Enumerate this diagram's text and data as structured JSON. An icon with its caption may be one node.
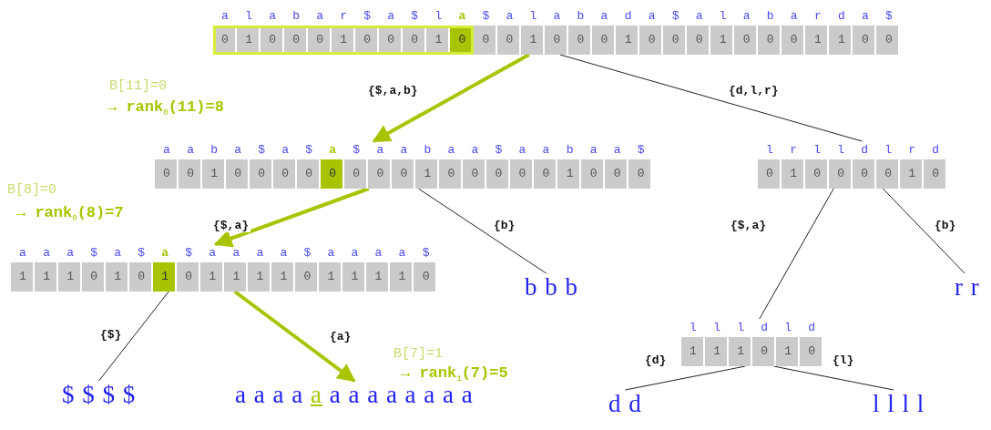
{
  "diagram": {
    "nodes": [
      {
        "text": [
          "a l a b a r $ a $ l a $ a l a b a d a $ a l a b a r d a $",
          "0 1 0 0 0 1 0 0 0 1 0 0 0 1 0 0 0 1 0 0 0 1 0 0 0 1 1 0 0"
        ]
      },
      {
        "text": [
          "a a b a $ a $ a $ a a b a a $ a a b a a $",
          "0 0 1 0 0 0 0 0 0 0 0 1 0 0 0 0 0 1 0 0 0"
        ]
      },
      {
        "text": [
          "l r l l d l r d",
          "0 1 0 0 0 0 1 0"
        ]
      },
      {
        "text": [
          "a a a $ a $ a $ a a a a $ a a a a $",
          "1 1 1 0 1 0 1 0 1 1 1 1 0 1 1 1 1 0"
        ]
      },
      {
        "text": [
          "b b b"
        ]
      },
      {
        "text": [
          "l l l d l d",
          "1 1 1 0 1 0"
        ]
      },
      {
        "text": [
          "r r"
        ]
      },
      {
        "text": [
          "$ $ $ $"
        ]
      },
      {
        "text": [
          "a a a a a a a a a a a a a"
        ]
      },
      {
        "text": [
          "d d"
        ]
      },
      {
        "text": [
          "l l l l"
        ]
      }
    ],
    "edges": [
      {
        "from": 0,
        "to": 1,
        "arrow": "to",
        "label": "{$,a,b}",
        "style": "thick",
        "color": "#a8c400"
      },
      {
        "from": 0,
        "to": 2,
        "arrow": "none",
        "label": "{d,l,r}"
      },
      {
        "from": 1,
        "to": 3,
        "arrow": "to",
        "label": "{$,a}",
        "style": "thick",
        "color": "#a8c400"
      },
      {
        "from": 1,
        "to": 4,
        "arrow": "none",
        "label": "{b}"
      },
      {
        "from": 2,
        "to": 5,
        "arrow": "none",
        "label": "{$,a}"
      },
      {
        "from": 2,
        "to": 6,
        "arrow": "none",
        "label": "{b}"
      },
      {
        "from": 3,
        "to": 7,
        "arrow": "none",
        "label": "{$}"
      },
      {
        "from": 3,
        "to": 8,
        "arrow": "to",
        "label": "{a}",
        "style": "thick",
        "color": "#a8c400"
      },
      {
        "from": 5,
        "to": 9,
        "arrow": "none",
        "label": "{d}"
      },
      {
        "from": 5,
        "to": 10,
        "arrow": "none",
        "label": "{l}"
      }
    ],
    "labels": [
      "B[11]=0",
      "→ **rank**$_{0}$**(11)=8**",
      "B[8]=0",
      "→ **rank**$_{0}$**(8)=7**",
      "B[7]=1",
      "→ **rank**$_{1}$**(7)=5**"
    ]
  }
}
